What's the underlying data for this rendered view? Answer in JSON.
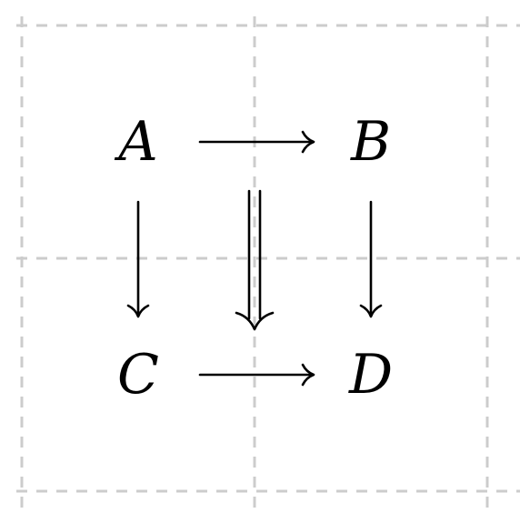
{
  "diagram": {
    "type": "commutative-square",
    "nodes": {
      "top_left": "A",
      "top_right": "B",
      "bottom_left": "C",
      "bottom_right": "D"
    },
    "arrows": [
      {
        "from": "A",
        "to": "B",
        "style": "single"
      },
      {
        "from": "A",
        "to": "C",
        "style": "single"
      },
      {
        "from": "B",
        "to": "D",
        "style": "single"
      },
      {
        "from": "C",
        "to": "D",
        "style": "single"
      },
      {
        "from": "top-middle",
        "to": "bottom-middle",
        "style": "double"
      }
    ],
    "colors": {
      "ink": "#000000",
      "grid": "#cccccc",
      "background": "#ffffff"
    },
    "grid": true
  }
}
